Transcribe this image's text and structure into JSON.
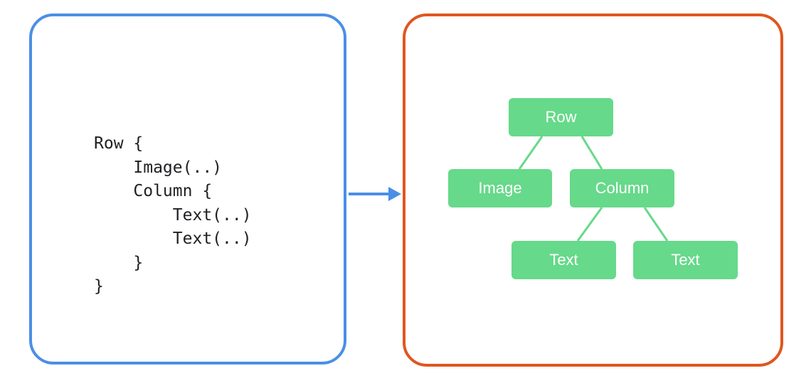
{
  "code": {
    "lines": [
      "Row {",
      "    Image(..)",
      "    Column {",
      "        Text(..)",
      "        Text(..)",
      "    }",
      "}"
    ]
  },
  "tree": {
    "root": "Row",
    "image": "Image",
    "column": "Column",
    "text_1": "Text",
    "text_2": "Text"
  },
  "colors": {
    "code_panel_border": "#4a8fe6",
    "tree_panel_border": "#e0561f",
    "arrow": "#4a8fe6",
    "node_fill": "#66d98a",
    "node_line": "#66d98a"
  }
}
